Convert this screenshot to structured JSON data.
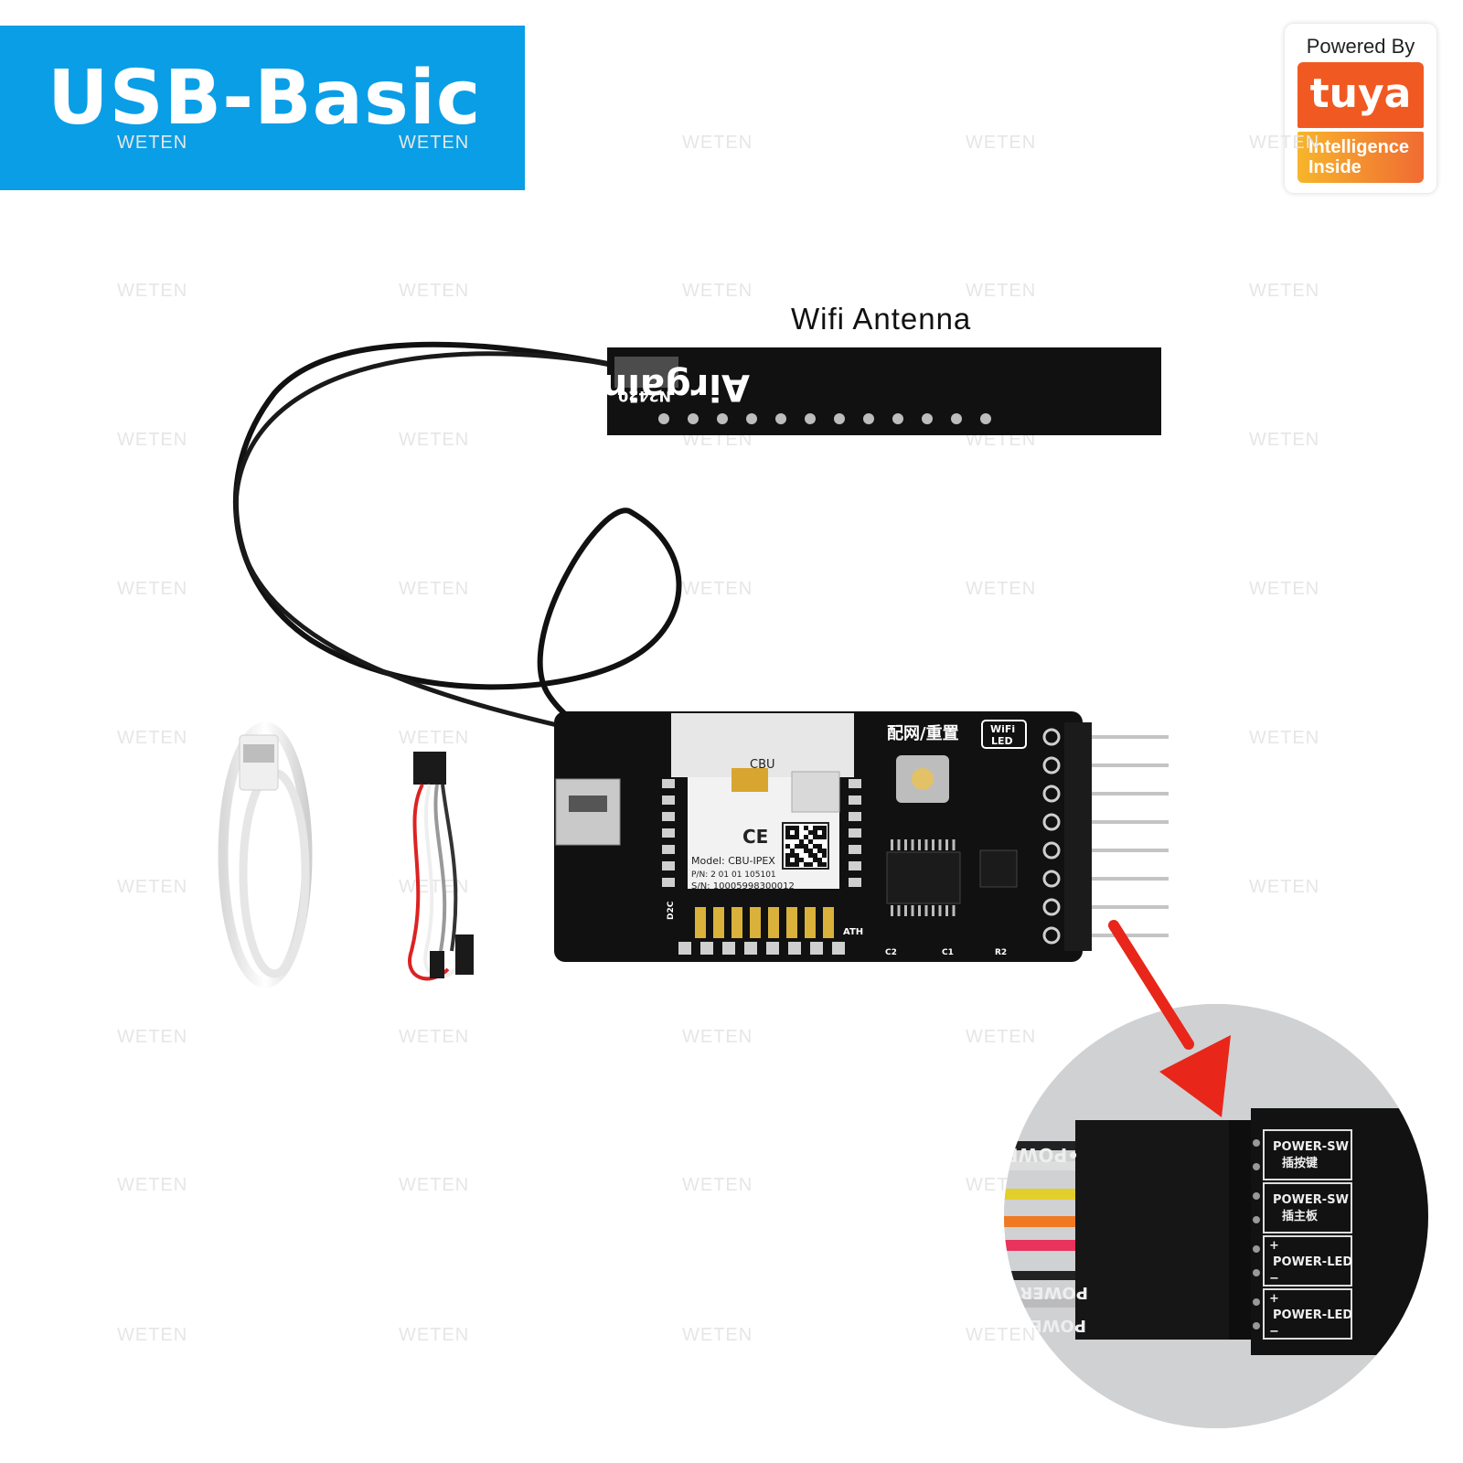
{
  "banner": {
    "title": "USB-Basic",
    "color": "#0a9ee6"
  },
  "badge": {
    "powered_by": "Powered By",
    "brand": "tuya",
    "tagline_1": "Intelligence",
    "tagline_2": "Inside",
    "brand_color": "#f05a22"
  },
  "antenna": {
    "label": "Wifi Antenna",
    "brand": "Airgain™",
    "model": "N2420"
  },
  "board": {
    "module_model": "Model: CBU-IPEX",
    "module_pn": "P/N: 2 01 01 105101",
    "module_sn": "S/N: 10005998300012",
    "module_name": "CBU",
    "mark_ce": "CE",
    "btn_label": "配网/重置",
    "wifi_led_1": "WiFi",
    "wifi_led_2": "LED",
    "silk_c1": "C1",
    "silk_c2": "C2",
    "silk_r2": "R2",
    "silk_ath": "ATH",
    "silk_d2c": "D2C"
  },
  "detail": {
    "power_sw_plug": "•POWER SW",
    "power_led_plus": "POWER LED+",
    "power_led_minus": "POWER LED-",
    "pin1": "POWER-SW",
    "pin1_cn": "插按键",
    "pin2": "POWER-SW",
    "pin2_cn": "插主板",
    "pin3": "POWER-LED",
    "pin4": "POWER-LED",
    "plus": "+",
    "minus": "−"
  },
  "watermark": "WETEN",
  "arrow_color": "#e8261a"
}
